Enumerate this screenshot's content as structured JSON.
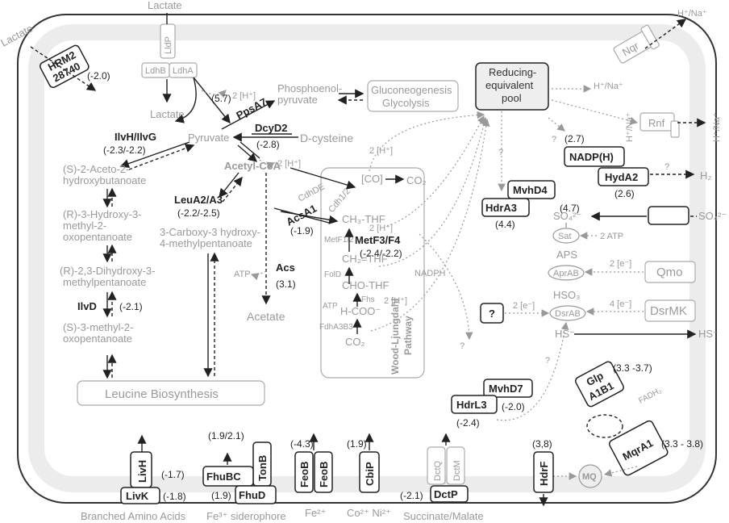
{
  "left_metabolism": {
    "lactate_top": "Lactate",
    "lactate_left": "Lactate",
    "lactate_inner": "Lactate",
    "lldp": "LldP",
    "ldhb": "LdhB",
    "ldha": "LdhA",
    "hrm2": "HRM2",
    "hrm2_id": "28740",
    "hrm2_val": "(-2.0)",
    "h_2": "2 [H⁺]",
    "pyruvate": "Pyruvate",
    "ilvhg": "IlvH/IlvG",
    "ilvhg_val": "(-2.3/-2.2)",
    "aceto_1": "(S)-2-Aceto-2-",
    "aceto_2": "hydroxybutanoate",
    "hmo_1": "(R)-3-Hydroxy-3-",
    "hmo_2": "methyl-2-",
    "hmo_3": "oxopentanoate",
    "dih_1": "(R)-2,3-Dihydroxy-3-",
    "dih_2": "methylpentanoate",
    "ilvd": "IlvD",
    "ilvd_val": "(-2.1)",
    "smo_1": "(S)-3-methyl-2-",
    "smo_2": "oxopentanoate",
    "leucine": "Leucine Biosynthesis",
    "ppsa7_val": "(5.7)",
    "ppsa7": "PpsA7",
    "pep_1": "Phosphoenol-",
    "pep_2": "pyruvate",
    "glu_1": "Gluconeogenesis",
    "glu_2": "Glycolysis",
    "dcyd2": "DcyD2",
    "dcyd2_val": "(-2.8)",
    "dcys": "D-cysteine",
    "acetylcoa": "Acetyl-CoA",
    "h_2b": "2 [H⁺]",
    "leua": "LeuA2/A3",
    "leua_val": "(-2.2/-2.5)",
    "cbh_1": "3-Carboxy-3 hydroxy-",
    "cbh_2": "4-methylpentanoate",
    "atp": "ATP",
    "acs": "Acs",
    "acs_val": "(3.1)",
    "acetate": "Acetate"
  },
  "wl": {
    "co": "[CO]",
    "co2_top": "CO₂",
    "cdhde": "CdhDE",
    "cdh12": "Cdh1/2",
    "acsa1": "AcsA1",
    "acsa1_val": "(-1.9)",
    "ch3": "CH₃-THF",
    "metf12": "MetF1/2",
    "metf34": "MetF3/F4",
    "metf_val": "(-2.4/-2.2)",
    "ch2": "CH₂=THF",
    "fold": "FolD",
    "cho": "CHO-THF",
    "fhs": "Fhs",
    "atp": "ATP",
    "hcoo": "H-COO⁻",
    "fdha": "FdhA3B3",
    "co2_bot": "CO₂",
    "h_2a": "2 [H⁺]",
    "h_2b": "2 [H⁺]",
    "h_2c": "2 [H⁺]",
    "nadph": "NADPH",
    "pathway_1": "Wood-Ljungdahl",
    "pathway_2": "Pathway"
  },
  "right_metabolism": {
    "hh_na_out": "H⁺/Na⁺",
    "nqr": "Nqr",
    "hh_na_in": "H⁺/Na⁺",
    "rep_1": "Reducing-",
    "rep_2": "equivalent",
    "rep_3": "pool",
    "rnf": "Rnf",
    "rnf_in": "H⁺/Na⁺",
    "rnf_out": "H⁺/Na⁺",
    "q1": "?",
    "q_hyd": "?",
    "q2": "?",
    "q3": "?",
    "q4": "?",
    "nadph_val": "(2.7)",
    "nadph": "NADP(H)",
    "hyda2": "HydA2",
    "hyda2_val": "(2.6)",
    "h2": "H₂",
    "mvhd4": "MvhD4",
    "hdra3": "HdrA3",
    "mvhd4_val": "(4.7)",
    "hdra3_val": "(4.4)",
    "so4_in": "SO₄²⁻",
    "so4_out": "SO₄²⁻",
    "sat": "Sat",
    "atp2": "2 ATP",
    "aps": "APS",
    "aprab": "AprAB",
    "qmo": "Qmo",
    "e2": "2 [e⁻]",
    "hso3": "HSO₃",
    "dsrab": "DsrAB",
    "dsrmk": "DsrMK",
    "e4": "4 [e⁻]",
    "e2b": "2 [e⁻]",
    "qbox": "?",
    "hs_in": "HS⁻",
    "hs_out": "HS⁻",
    "mvhd7": "MvhD7",
    "hdrl3": "HdrL3",
    "mvhd7_val": "(-2.0)",
    "hdrl3_val": "(-2.4)",
    "glp_1": "Glp",
    "glp_2": "A1B1",
    "glp_val": "(3.3 -3.7)",
    "fadh": "FADH₂",
    "mqra1": "MqrA1",
    "mqr_val": "(3.3 - 3.8)",
    "mq": "MQ"
  },
  "transporters": {
    "livh": "LivH",
    "livh_val": "(-1.7)",
    "livk": "LivK",
    "livk_val": "(-1.8)",
    "bcaa": "Branched Amino Acids",
    "fhubc_val": "(1.9/2.1)",
    "fhubc": "FhuBC",
    "tonb": "TonB",
    "fhud_val": "(1.9)",
    "fhud": "FhuD",
    "fe3": "Fe³⁺ siderophore",
    "feob_val": "(-4.3)",
    "feob1": "FeoB",
    "feob2": "FeoB",
    "fe2": "Fe²⁺",
    "cbip_val": "(1.9)",
    "cbip": "CbiP",
    "coni": "Co²⁺ Ni²⁺",
    "dctq": "DctQ",
    "dctm": "DctM",
    "dctp_val": "(-2.1)",
    "dctp": "DctP",
    "succ": "Succinate/Malate",
    "hdrf_val": "(3,8)",
    "hdrf": "HdrF"
  }
}
